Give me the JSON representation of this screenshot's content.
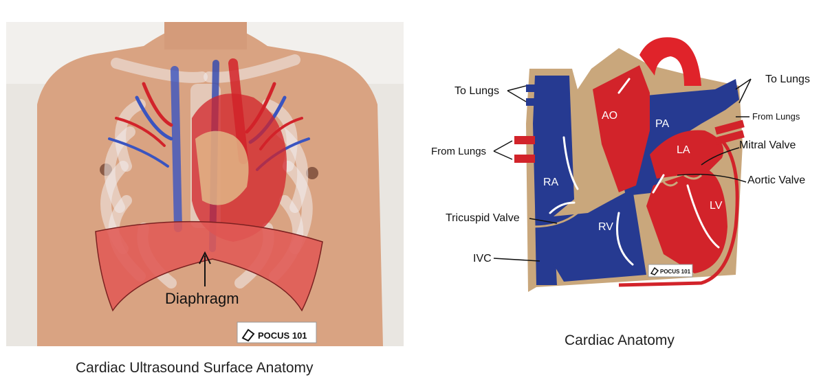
{
  "left": {
    "caption": "Cardiac Ultrasound Surface Anatomy",
    "diaphragm_label": "Diaphragm",
    "logo_text": "POCUS 101"
  },
  "right": {
    "caption": "Cardiac Anatomy",
    "labels": {
      "to_lungs_left": "To Lungs",
      "to_lungs_right": "To Lungs",
      "from_lungs_left": "From Lungs",
      "from_lungs_right": "From Lungs",
      "mitral_valve": "Mitral Valve",
      "aortic_valve": "Aortic Valve",
      "tricuspid_valve": "Tricuspid Valve",
      "ivc": "IVC",
      "ao": "AO",
      "pa": "PA",
      "la": "LA",
      "ra": "RA",
      "rv": "RV",
      "lv": "LV"
    },
    "logo_text": "POCUS 101"
  },
  "colors": {
    "oxygenated_red": "#d2232a",
    "deoxygenated_blue": "#263a91",
    "tissue_tan": "#c9a77c",
    "diaphragm_red": "#e05a55",
    "skin": "#d9a382"
  }
}
